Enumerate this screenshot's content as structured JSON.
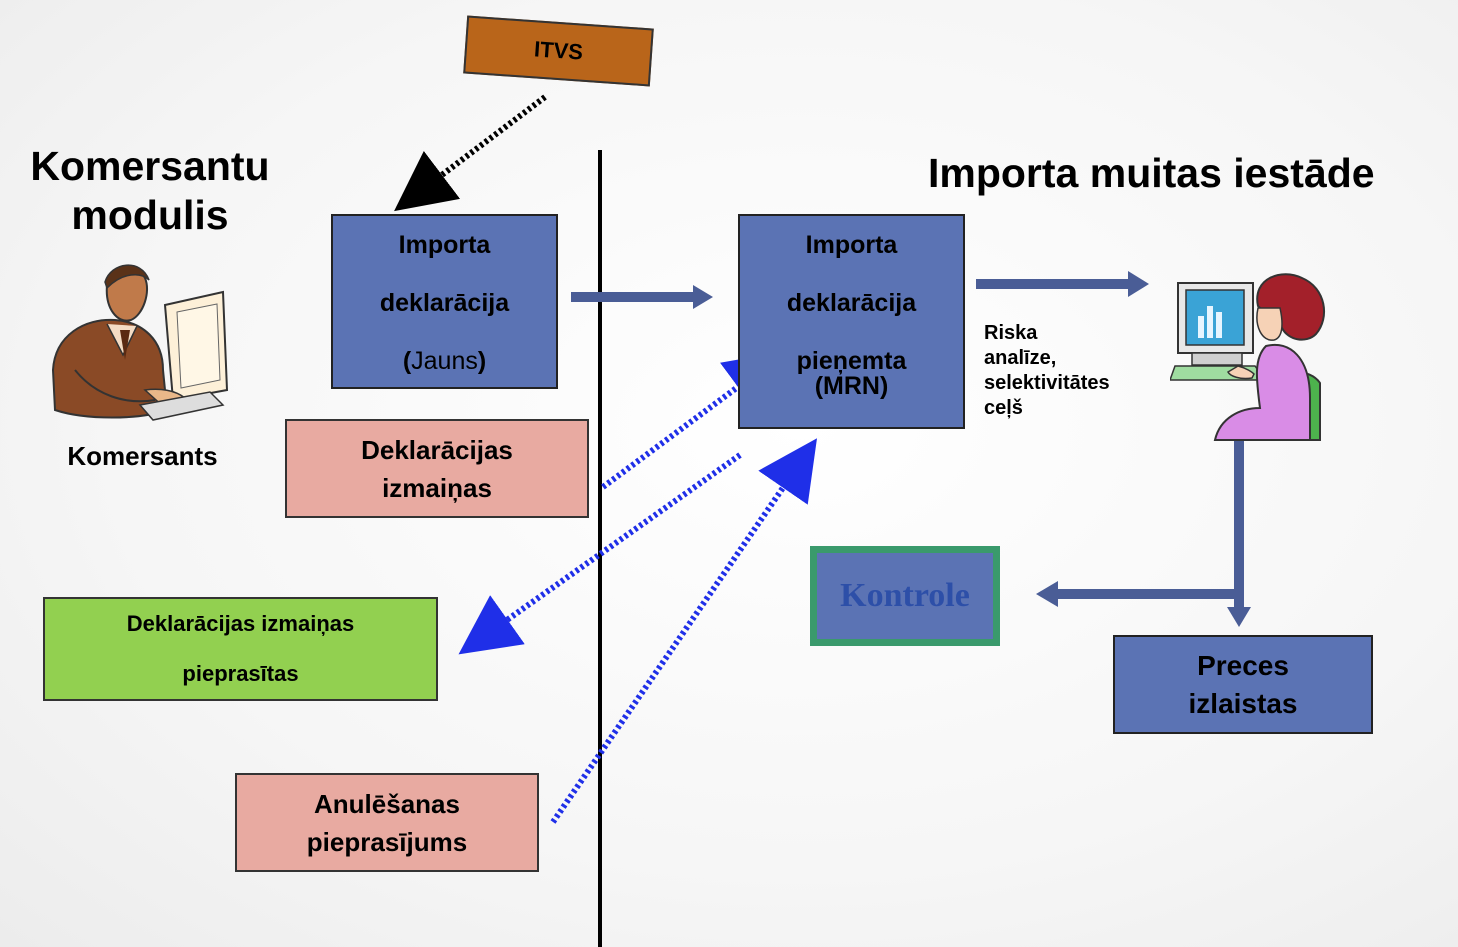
{
  "left_title_line1": "Komersantu",
  "left_title_line2": "modulis",
  "right_title": "Importa muitas iestāde",
  "itvs_label": "ITVS",
  "trader_label": "Komersants",
  "decl_new": {
    "line1": "Importa",
    "line2": "deklarācija",
    "open": "(",
    "word": "Jauns",
    "close": ")"
  },
  "decl_accepted": {
    "line1": "Importa",
    "line2": "deklarācija",
    "line3": "pieņemta",
    "line4": "(MRN)"
  },
  "decl_changes": {
    "line1": "Deklarācijas",
    "line2": "izmaiņas"
  },
  "changes_requested": {
    "line1": "Deklarācijas izmaiņas",
    "line2": "pieprasītas"
  },
  "cancel_request": {
    "line1": "Anulēšanas",
    "line2": "pieprasījums"
  },
  "risk": {
    "line1": "Riska",
    "line2": "analīze,",
    "line3": "selektivitātes",
    "line4": "ceļš"
  },
  "control_label": "Kontrole",
  "released": {
    "line1": "Preces",
    "line2": "izlaistas"
  },
  "icons": {
    "trader": "businessman-computer-icon",
    "officer": "customs-officer-computer-icon"
  },
  "colors": {
    "blue_box": "#5b73b4",
    "pink_box": "#e8aaa1",
    "green_box": "#92d050",
    "itvs_box": "#b9651a",
    "arrow": "#4a5d96",
    "dotted_blue": "#1f2fe8"
  }
}
